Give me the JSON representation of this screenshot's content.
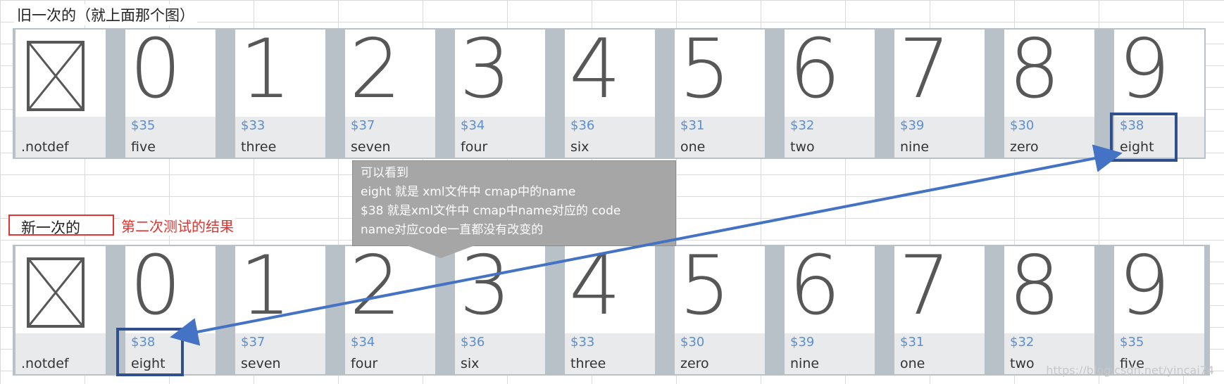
{
  "old_section": {
    "title": "旧一次的（就上面那个图）",
    "cells": [
      {
        "glyph": "",
        "code": "",
        "name": ".notdef",
        "notdef": true
      },
      {
        "glyph": "0",
        "code": "$35",
        "name": "five"
      },
      {
        "glyph": "1",
        "code": "$33",
        "name": "three"
      },
      {
        "glyph": "2",
        "code": "$37",
        "name": "seven"
      },
      {
        "glyph": "3",
        "code": "$34",
        "name": "four"
      },
      {
        "glyph": "4",
        "code": "$36",
        "name": "six"
      },
      {
        "glyph": "5",
        "code": "$31",
        "name": "one"
      },
      {
        "glyph": "6",
        "code": "$32",
        "name": "two"
      },
      {
        "glyph": "7",
        "code": "$39",
        "name": "nine"
      },
      {
        "glyph": "8",
        "code": "$30",
        "name": "zero"
      },
      {
        "glyph": "9",
        "code": "$38",
        "name": "eight"
      }
    ]
  },
  "new_section": {
    "title": "新一次的",
    "subtitle": "第二次测试的结果",
    "cells": [
      {
        "glyph": "",
        "code": "",
        "name": ".notdef",
        "notdef": true
      },
      {
        "glyph": "0",
        "code": "$38",
        "name": "eight"
      },
      {
        "glyph": "1",
        "code": "$37",
        "name": "seven"
      },
      {
        "glyph": "2",
        "code": "$34",
        "name": "four"
      },
      {
        "glyph": "3",
        "code": "$36",
        "name": "six"
      },
      {
        "glyph": "4",
        "code": "$33",
        "name": "three"
      },
      {
        "glyph": "5",
        "code": "$30",
        "name": "zero"
      },
      {
        "glyph": "6",
        "code": "$39",
        "name": "nine"
      },
      {
        "glyph": "7",
        "code": "$31",
        "name": "one"
      },
      {
        "glyph": "8",
        "code": "$32",
        "name": "two"
      },
      {
        "glyph": "9",
        "code": "$35",
        "name": "five"
      }
    ]
  },
  "callout": {
    "lines": [
      "可以看到",
      "eight  就是  xml文件中  cmap中的name",
      "$38  就是xml文件中 cmap中name对应的 code",
      "name对应code一直都没有改变的"
    ]
  },
  "watermark": "https://blog.csdn.net/yincai74",
  "colors": {
    "accent_red": "#e3342f",
    "highlight_blue": "#2f4f8f",
    "arrow_blue": "#4472c4",
    "code_blue": "#5b8fcf",
    "callout_gray": "#a6a6a6"
  }
}
